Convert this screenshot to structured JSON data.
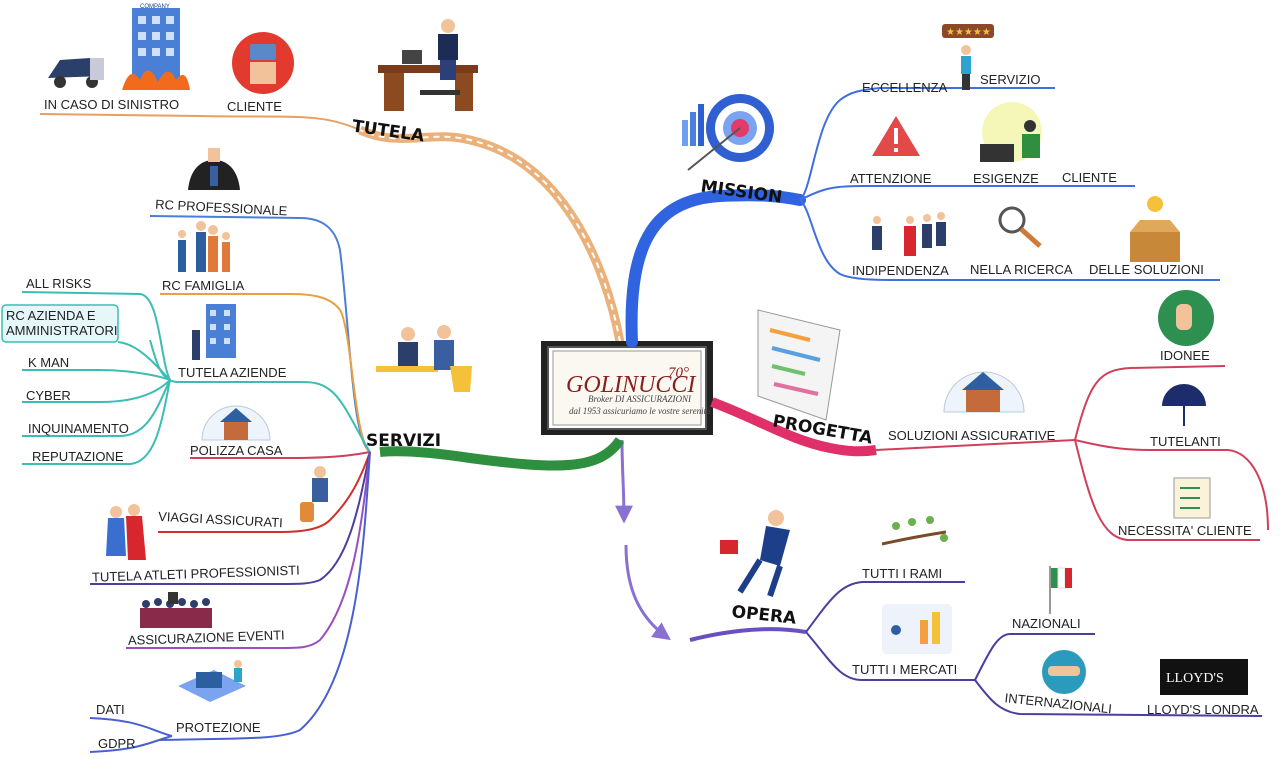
{
  "center": {
    "logo_name": "GOLINUCCI",
    "logo_sub": "Broker DI ASSICURAZIONI",
    "logo_years": "70°",
    "logo_tagline": "dal 1953 assicuriamo le vostre serenità"
  },
  "branches": {
    "tutela": {
      "label": "TUTELA",
      "items": [
        "IN CASO DI SINISTRO",
        "CLIENTE"
      ]
    },
    "mission": {
      "label": "MISSION",
      "items": [
        "ECCELLENZA",
        "SERVIZIO",
        "ATTENZIONE",
        "ESIGENZE",
        "CLIENTE",
        "INDIPENDENZA",
        "NELLA RICERCA",
        "DELLE SOLUZIONI"
      ]
    },
    "progetta": {
      "label": "PROGETTA",
      "main": "SOLUZIONI ASSICURATIVE",
      "items": [
        "IDONEE",
        "TUTELANTI",
        "NECESSITA' CLIENTE"
      ]
    },
    "opera": {
      "label": "OPERA",
      "items": [
        "TUTTI I RAMI",
        "TUTTI I MERCATI",
        "NAZIONALI",
        "INTERNAZIONALI",
        "LLOYD'S LONDRA"
      ],
      "lloyds_logo": "LLOYD'S"
    },
    "servizi": {
      "label": "SERVIZI",
      "items": [
        "RC PROFESSIONALE",
        "RC FAMIGLIA",
        "TUTELA AZIENDE",
        "POLIZZA CASA",
        "VIAGGI ASSICURATI",
        "TUTELA ATLETI PROFESSIONISTI",
        "ASSICURAZIONE EVENTI",
        "PROTEZIONE"
      ],
      "aziende_sub": [
        "ALL RISKS",
        "RC AZIENDA E AMMINISTRATORI",
        "K MAN",
        "CYBER",
        "INQUINAMENTO",
        "REPUTAZIONE"
      ],
      "protezione_sub": [
        "DATI",
        "GDPR"
      ]
    }
  },
  "icon_labels": {
    "company": "COMPANY"
  },
  "colors": {
    "mission": "#2f63e0",
    "progetta": "#e0306a",
    "opera": "#6a4fc0",
    "servizi": "#2e8f3e",
    "tutela": "#e89a4a",
    "teal": "#3bbdb5",
    "selected_box": "#e6f7f9"
  }
}
